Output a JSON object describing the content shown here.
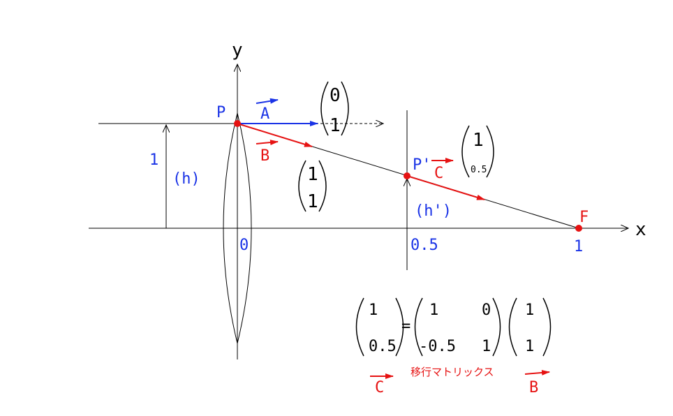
{
  "axes": {
    "x_label": "x",
    "y_label": "y"
  },
  "points": {
    "P": "P",
    "P_prime": "P'",
    "F": "F"
  },
  "ticks": {
    "origin": "0",
    "half": "0.5",
    "one": "1"
  },
  "height_labels": {
    "one": "1",
    "h": "(h)",
    "h_prime": "(h')"
  },
  "vectors": {
    "A": "A",
    "B": "B",
    "C": "C"
  },
  "vector_values": {
    "A": [
      "0",
      "1"
    ],
    "B": [
      "1",
      "1"
    ],
    "C": [
      "1",
      "0.5"
    ]
  },
  "equation": {
    "lhs": [
      "1",
      "0.5"
    ],
    "eq": "=",
    "matrix": [
      "1",
      "0",
      "-0.5",
      "1"
    ],
    "rhs": [
      "1",
      "1"
    ],
    "caption": "移行マトリックス",
    "under_left": "C",
    "under_right": "B"
  },
  "colors": {
    "blue": "#1a33e6",
    "red": "#e61212",
    "black": "#000000"
  }
}
